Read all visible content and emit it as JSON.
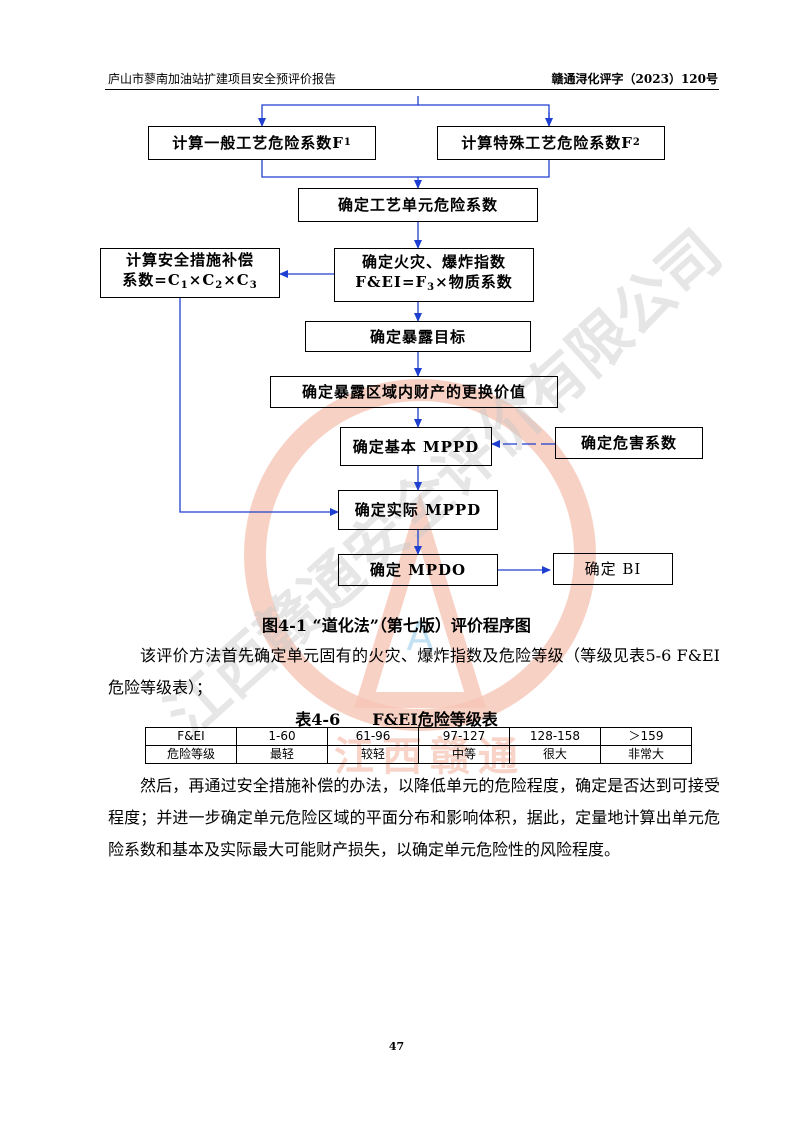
{
  "header": {
    "left": "庐山市蓼南加油站扩建项目安全预评价报告",
    "right": "赣通浔化评字（2023）120号"
  },
  "watermark": {
    "text": "江西赣通安全评价有限公司",
    "center_text": "江西赣通",
    "logo_letter": "A",
    "color": "#f2b8a8"
  },
  "flowchart": {
    "f1": "计算一般工艺危险系数F",
    "f1_sub": "1",
    "f2": "计算特殊工艺危险系数F",
    "f2_sub": "2",
    "unit": "确定工艺单元危险系数",
    "comp_line1": "计算安全措施补偿",
    "comp_a": "系数=C",
    "comp_sub1": "1",
    "comp_b": "×C",
    "comp_sub2": "2",
    "comp_c": "×C",
    "comp_sub3": "3",
    "fei_line1": "确定火灾、爆炸指数",
    "fei_a": "F&EI=F",
    "fei_sub": "3",
    "fei_b": "×物质系数",
    "exposure": "确定暴露目标",
    "replace": "确定暴露区域内财产的更换价值",
    "base_mppd": "确定基本 MPPD",
    "hazard": "确定危害系数",
    "actual_mppd": "确定实际 MPPD",
    "mpdo": "确定 MPDO",
    "bi": "确定 BI"
  },
  "caption": "图4-1 “道化法”（第七版）评价程序图",
  "para1": "该评价方法首先确定单元固有的火灾、爆炸指数及危险等级（等级见表5-6 F&EI危险等级表）；",
  "table": {
    "title": "表4-6　　F&EI危险等级表",
    "row1": [
      "F&EI",
      "1-60",
      "61-96",
      "97-127",
      "128-158",
      "＞159"
    ],
    "row2": [
      "危险等级",
      "最轻",
      "较轻",
      "中等",
      "很大",
      "非常大"
    ]
  },
  "para2": "然后，再通过安全措施补偿的办法，以降低单元的危险程度，确定是否达到可接受程度；并进一步确定单元危险区域的平面分布和影响体积，据此，定量地计算出单元危险系数和基本及实际最大可能财产损失，以确定单元危险性的风险程度。",
  "page_number": "47"
}
